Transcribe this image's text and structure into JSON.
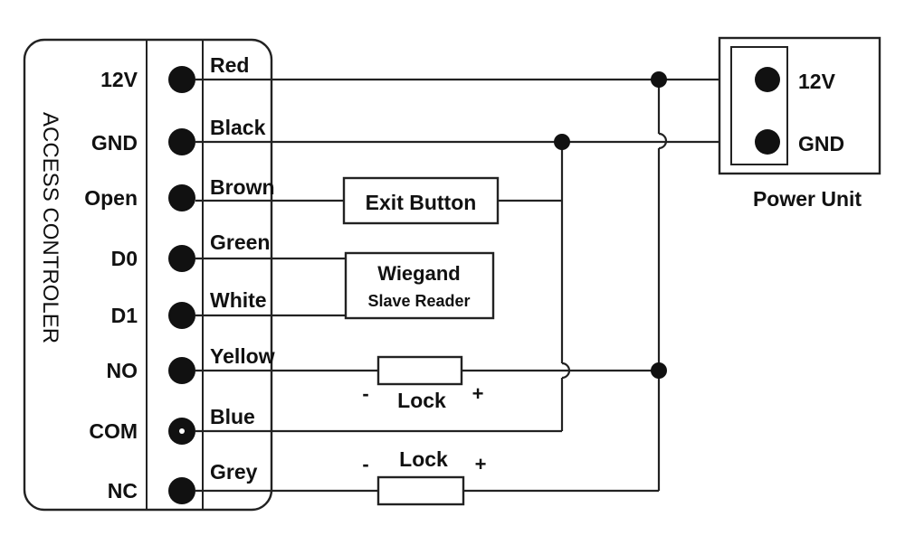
{
  "controller": {
    "title": "ACCESS CONTROLER",
    "terminals": [
      {
        "pin": "12V",
        "wire": "Red"
      },
      {
        "pin": "GND",
        "wire": "Black"
      },
      {
        "pin": "Open",
        "wire": "Brown"
      },
      {
        "pin": "D0",
        "wire": "Green"
      },
      {
        "pin": "D1",
        "wire": "White"
      },
      {
        "pin": "NO",
        "wire": "Yellow"
      },
      {
        "pin": "COM",
        "wire": "Blue"
      },
      {
        "pin": "NC",
        "wire": "Grey"
      }
    ]
  },
  "power_unit": {
    "label": "Power Unit",
    "terminals": [
      "12V",
      "GND"
    ]
  },
  "exit_button": {
    "label": "Exit Button"
  },
  "wiegand": {
    "line1": "Wiegand",
    "line2": "Slave Reader"
  },
  "lock_top": {
    "label": "Lock",
    "minus": "-",
    "plus": "+"
  },
  "lock_bottom": {
    "label": "Lock",
    "minus": "-",
    "plus": "+"
  }
}
